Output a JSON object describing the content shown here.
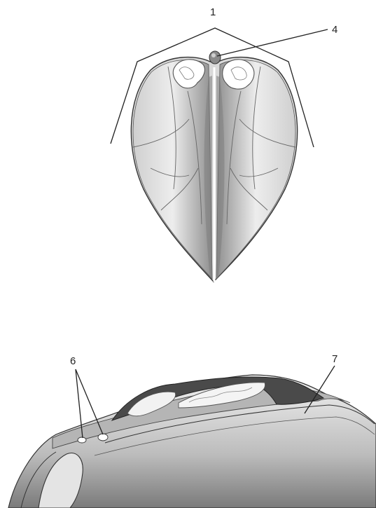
{
  "figure": {
    "labels": [
      {
        "id": "label-1",
        "text": "1"
      },
      {
        "id": "label-4",
        "text": "4"
      },
      {
        "id": "label-6",
        "text": "6"
      },
      {
        "id": "label-7",
        "text": "7"
      }
    ]
  },
  "colors": {
    "background": "#ffffff",
    "ink": "#222222",
    "shell_light": "#e8e8e8",
    "shell_mid": "#bdbdbd",
    "shell_dark": "#6b6b6b",
    "shadow_dark": "#3a3a3a"
  }
}
